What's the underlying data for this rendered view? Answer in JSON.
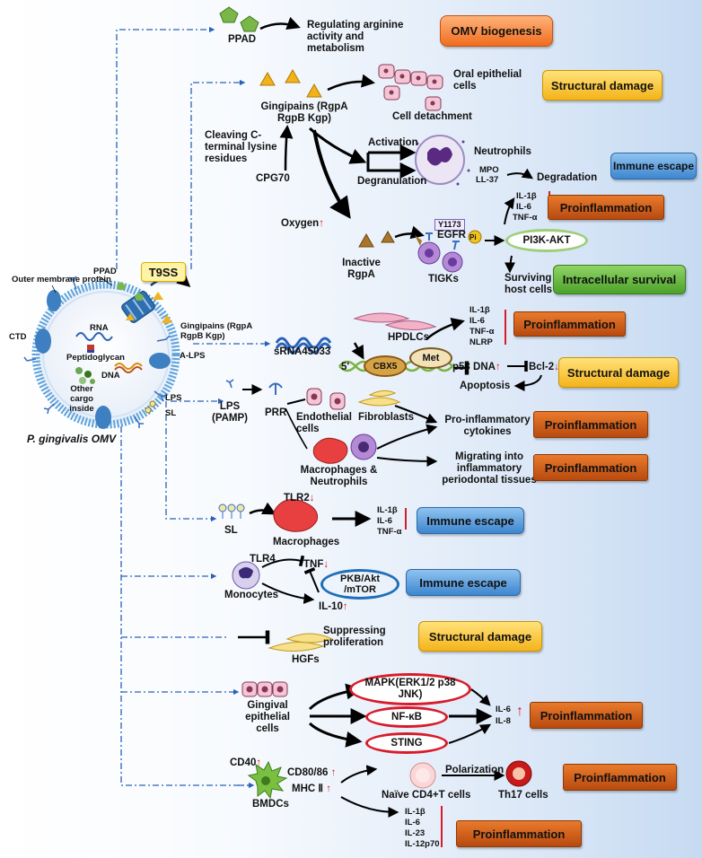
{
  "title": "P. gingivalis OMV",
  "vesicle": {
    "outer_membrane_protein": "Outer membrane protein",
    "ppad": "PPAD",
    "t9ss": "T9SS",
    "ctd": "CTD",
    "rna": "RNA",
    "peptidoglycan": "Peptidoglycan",
    "dna": "DNA",
    "other_cargo": "Other cargo inside",
    "gingipains": "Gingipains (RgpA RgpB Kgp)",
    "a_lps": "A-LPS",
    "lps": "LPS",
    "sl": "SL"
  },
  "ppad_branch": {
    "label": "PPAD",
    "effect": "Regulating arginine activity and metabolism",
    "outcome": "OMV biogenesis"
  },
  "gingipain_branch": {
    "gingipains": "Gingipains (RgpA RgpB Kgp)",
    "oral_cells": "Oral epithelial cells",
    "cell_detachment": "Cell detachment",
    "structural_damage": "Structural damage",
    "cleaving": "Cleaving C-terminal lysine residues",
    "cpg70": "CPG70",
    "activation": "Activation",
    "degranulation": "Degranulation",
    "neutrophils": "Neutrophils",
    "mpo": "MPO",
    "ll37": "LL-37",
    "degradation": "Degradation",
    "immune_escape": "Immune escape",
    "il1b": "IL-1β",
    "il6": "IL-6",
    "tnfa": "TNF-α",
    "proinflammation": "Proinflammation",
    "y1173": "Y1173",
    "egfr": "EGFR",
    "pi": "Pi",
    "pi3k": "PI3K-AKT",
    "oxygen": "Oxygen",
    "inactive_rgpa": "Inactive RgpA",
    "tigks": "TIGKs",
    "surviving": "Surviving in the host cells",
    "intracellular_survival": "Intracellular survival"
  },
  "srna_branch": {
    "srna": "sRNA45033",
    "hpdlcs": "HPDLCs",
    "il1b": "IL-1β",
    "il6": "IL-6",
    "tnfa": "TNF-α",
    "nlrp": "NLRP",
    "proinflammation": "Proinflammation",
    "met": "Met",
    "cbx5": "CBX5",
    "five_prime": "5'",
    "p53": "p53 DNA",
    "bcl2": "Bcl-2",
    "apoptosis": "Apoptosis",
    "structural_damage": "Structural damage"
  },
  "lps_branch": {
    "lps": "LPS (PAMP)",
    "prr": "PRR",
    "endothelial": "Endothelial cells",
    "fibroblasts": "Fibroblasts",
    "macrophages_neutrophils": "Macrophages & Neutrophils",
    "cytokines": "Pro-inflammatory cytokines",
    "migrating": "Migrating into inflammatory periodontal tissues",
    "proinflammation_1": "Proinflammation",
    "proinflammation_2": "Proinflammation"
  },
  "sl_branch": {
    "sl": "SL",
    "tlr2": "TLR2",
    "macrophages": "Macrophages",
    "il1b": "IL-1β",
    "il6": "IL-6",
    "tnfa": "TNF-α",
    "immune_escape": "Immune escape"
  },
  "monocyte_branch": {
    "tlr4": "TLR4",
    "monocytes": "Monocytes",
    "tnf": "TNF",
    "il10": "IL-10",
    "pkb": "PKB/Akt /mTOR",
    "immune_escape": "Immune escape"
  },
  "hgf_branch": {
    "suppressing": "Suppressing proliferation",
    "hgfs": "HGFs",
    "structural_damage": "Structural damage"
  },
  "epithelial_branch": {
    "cells": "Gingival epithelial cells",
    "mapk": "MAPK(ERK1/2 p38 JNK)",
    "nfkb": "NF-κB",
    "sting": "STING",
    "il6": "IL-6",
    "il8": "IL-8",
    "proinflammation": "Proinflammation"
  },
  "bmdc_branch": {
    "cd40": "CD40",
    "cd80": "CD80/86",
    "mhc": "MHC Ⅱ",
    "bmdcs": "BMDCs",
    "naive": "Naïve CD4+T cells",
    "polarization": "Polarization",
    "th17": "Th17 cells",
    "proinflammation_1": "Proinflammation",
    "il1b": "IL-1β",
    "il6": "IL-6",
    "il23": "IL-23",
    "il12": "IL-12p70",
    "proinflammation_2": "Proinflammation"
  },
  "colors": {
    "proinflammation": "#d4621c",
    "structural_damage": "#f6c22a",
    "immune_escape": "#5aa0e0",
    "intracellular_survival": "#67b83a",
    "omv_biogenesis": "#f2803a",
    "up_arrow": "#d81b2a",
    "dash_line": "#2a62b8"
  },
  "icons": {
    "up": "↑",
    "down": "↓"
  }
}
